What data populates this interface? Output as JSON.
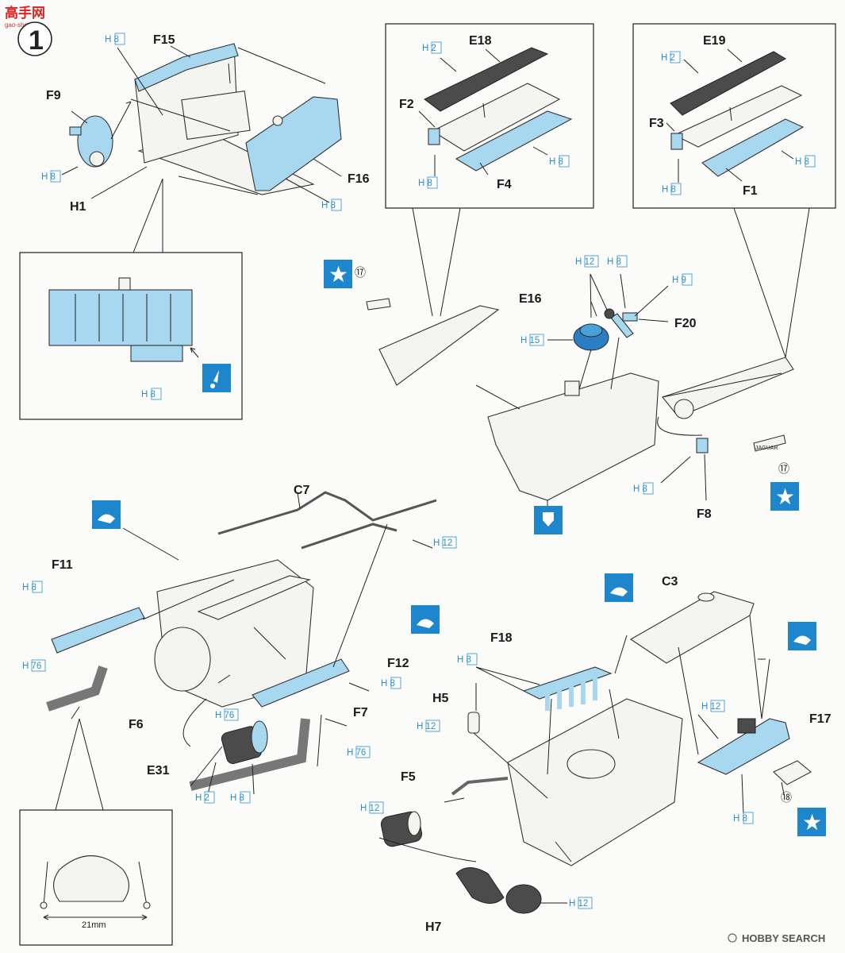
{
  "header": {
    "step_number": "1",
    "site_logo_text": "高手网",
    "site_logo_sub": "gao-shou.net"
  },
  "labels": {
    "F15": "F15",
    "F9": "F9",
    "H1": "H1",
    "F16": "F16",
    "E18": "E18",
    "F2": "F2",
    "F4": "F4",
    "E19": "E19",
    "F3": "F3",
    "F1": "F1",
    "E16": "E16",
    "F20": "F20",
    "F8": "F8",
    "C7": "C7",
    "F11": "F11",
    "F12": "F12",
    "F6": "F6",
    "F7": "F7",
    "E31": "E31",
    "C3": "C3",
    "F18": "F18",
    "H5": "H5",
    "F17": "F17",
    "F5": "F5",
    "H7": "H7"
  },
  "color_codes": {
    "h8": "H 8",
    "h2": "H 2",
    "h9": "H 9",
    "h12": "H 12",
    "h15": "H 15",
    "h76": "H 76"
  },
  "decal_numbers": {
    "d17": "⑰",
    "d18": "⑱"
  },
  "decal_text": "JAGUAR",
  "dimension_label": "21mm",
  "watermark": "HOBBY SEARCH",
  "colors": {
    "part_blue": "#a8d8ef",
    "code_blue": "#2a8fd0",
    "badge_blue": "#1e86cc"
  }
}
